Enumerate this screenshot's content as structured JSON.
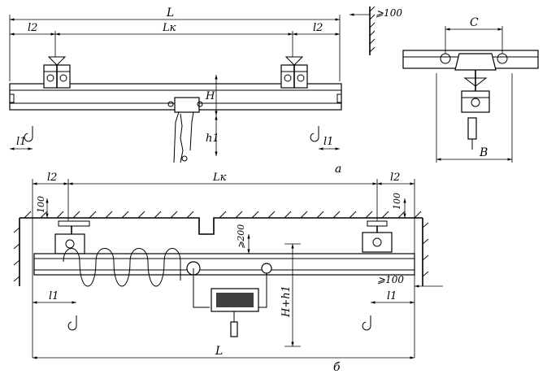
{
  "view_a": {
    "caption": "а",
    "dims": {
      "L": "L",
      "l2_left": "l2",
      "Lk": "Lк",
      "l2_right": "l2",
      "clearance": "⩾100",
      "H": "H",
      "h1": "h1",
      "l1_left": "l1",
      "l1_right": "l1"
    }
  },
  "view_side": {
    "dims": {
      "C": "C",
      "B": "B"
    }
  },
  "view_b": {
    "caption": "б",
    "dims": {
      "l2_left": "l2",
      "Lk": "Lк",
      "l2_right": "l2",
      "top_left": "100",
      "top_right": "100",
      "min200": "⩾200",
      "clearance": "⩾100",
      "l1_left": "l1",
      "l1_right": "l1",
      "Hh1": "H+h1",
      "L": "L"
    }
  }
}
